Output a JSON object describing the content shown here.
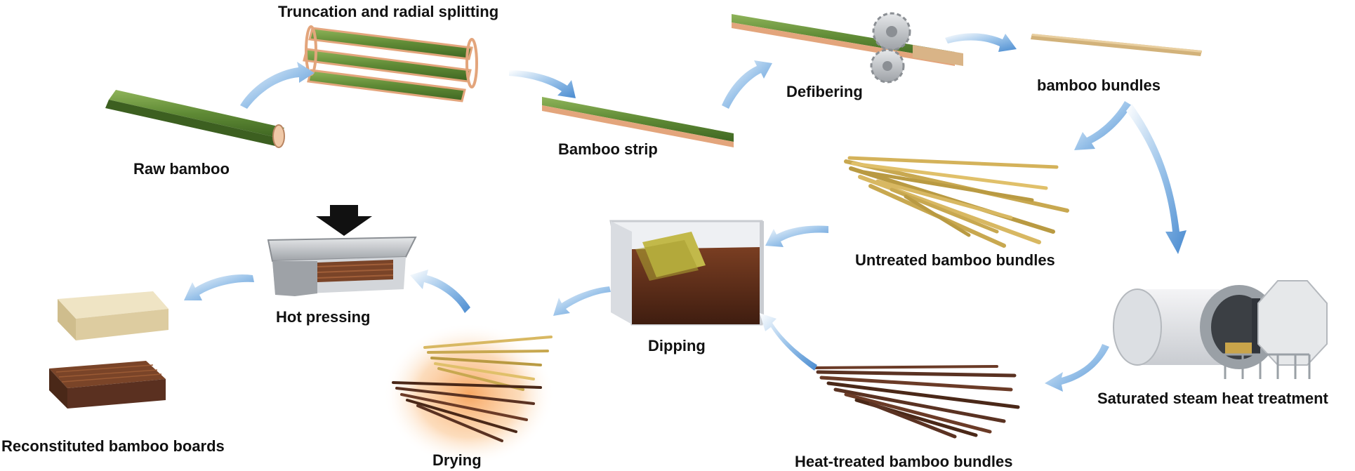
{
  "labels": {
    "truncation": "Truncation and radial splitting",
    "raw_bamboo": "Raw bamboo",
    "bamboo_strip": "Bamboo strip",
    "defibering": "Defibering",
    "bamboo_bundles": "bamboo bundles",
    "untreated": "Untreated bamboo bundles",
    "hot_pressing": "Hot pressing",
    "dipping": "Dipping",
    "saturated_steam": "Saturated steam heat treatment",
    "reconstituted": "Reconstituted bamboo boards",
    "drying": "Drying",
    "heat_treated": "Heat-treated bamboo bundles"
  },
  "colors": {
    "arrow": "#5b9bd8",
    "bamboo_green": "#6e9440",
    "bamboo_edge": "#e3a57c",
    "untreated_fiber": "#c8a850",
    "heat_treated_fiber": "#5a3222",
    "resin": "#5e2e1c",
    "board_light": "#e8dcb8",
    "board_dark": "#6b3a24",
    "steel": "#b9bcc0",
    "drying_glow": "#f7a25a"
  }
}
